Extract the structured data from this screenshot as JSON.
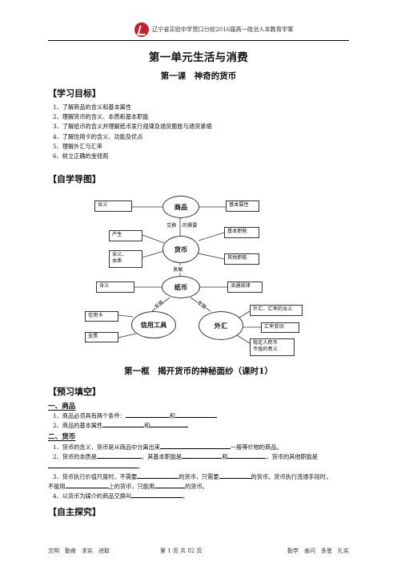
{
  "header": {
    "text": "辽宁省实验中学营口分校2016届高一政治人本教育学案"
  },
  "title": "第一单元生活与消费",
  "subtitle": "第一课　神奇的货币",
  "sections": {
    "objectives": "【学习目标】",
    "map": "【自学导图】",
    "preview": "【预习填空】",
    "explore": "【自主探究】"
  },
  "objectives": [
    "1、了解商品的含义和基本属性",
    "2、理解货币的含义、本质和基本职能",
    "3、了解纸币的含义并理解纸币发行规律及通货膨胀与通货紧缩",
    "4、了解信用卡的含义、功能及优点",
    "5、理解外汇与汇率",
    "6、树立正确的金钱观"
  ],
  "concept_map": {
    "ellipses": {
      "commodity": "商品",
      "money": "货币",
      "paper_money": "纸币",
      "credit_tools": "信用工具",
      "forex": "外汇"
    },
    "boxes": {
      "meaning1": "含义",
      "basic_attr": "基本属性",
      "origin": "产生",
      "basic_func": "基本职能",
      "meaning_essence": "含义、\n本质",
      "other_func": "其他职能",
      "meaning2": "含义",
      "circulation_law": "流通规律",
      "credit_card": "信用卡",
      "cheque": "支票",
      "forex_meaning": "外汇、汇率的含义",
      "rate_change": "汇率变动",
      "rmb_stable": "稳定人民币\n币值的意义"
    },
    "labels": {
      "exchange_need": "交换",
      "exchange_need2": "的需要",
      "develop": "发展",
      "develop2": "发展",
      "develop3": "发展"
    }
  },
  "framework": "第一框　揭开货币的神秘面纱（课时1）",
  "preview": {
    "h1": "一、商品",
    "q1_1a": "1、商品必须具有两个条件：",
    "q1_1b": "和",
    "q1_2a": "2、商品的基本属性",
    "q1_2b": "和",
    "h2": "二、货币",
    "q2_1a": "1、货币的含义，货币是从商品中分离出来",
    "q2_1b": "一般等价物的商品。",
    "q2_2a": "2、货币的本质是",
    "q2_2b": "，其基本职能是",
    "q2_2c": "和",
    "q2_2d": "，货币的其他职能是",
    "q2_2e": "。",
    "q2_3a": "3、货币执行价值尺度时，不需要",
    "q2_3b": "的货币，只需要",
    "q2_3c": "的货币。货币执行流通手段时，",
    "q2_3d": "不能用",
    "q2_3e": "上的货币，只能用",
    "q2_3f": "的货币。",
    "q2_4a": "4、以货币为媒介的商品交换叫",
    "q2_4b": "。"
  },
  "footer": {
    "left": "文明　勤奋　求实　进取",
    "center": "第 1 页 共 82 页",
    "right": "勤学　善问　多思　扎实"
  }
}
